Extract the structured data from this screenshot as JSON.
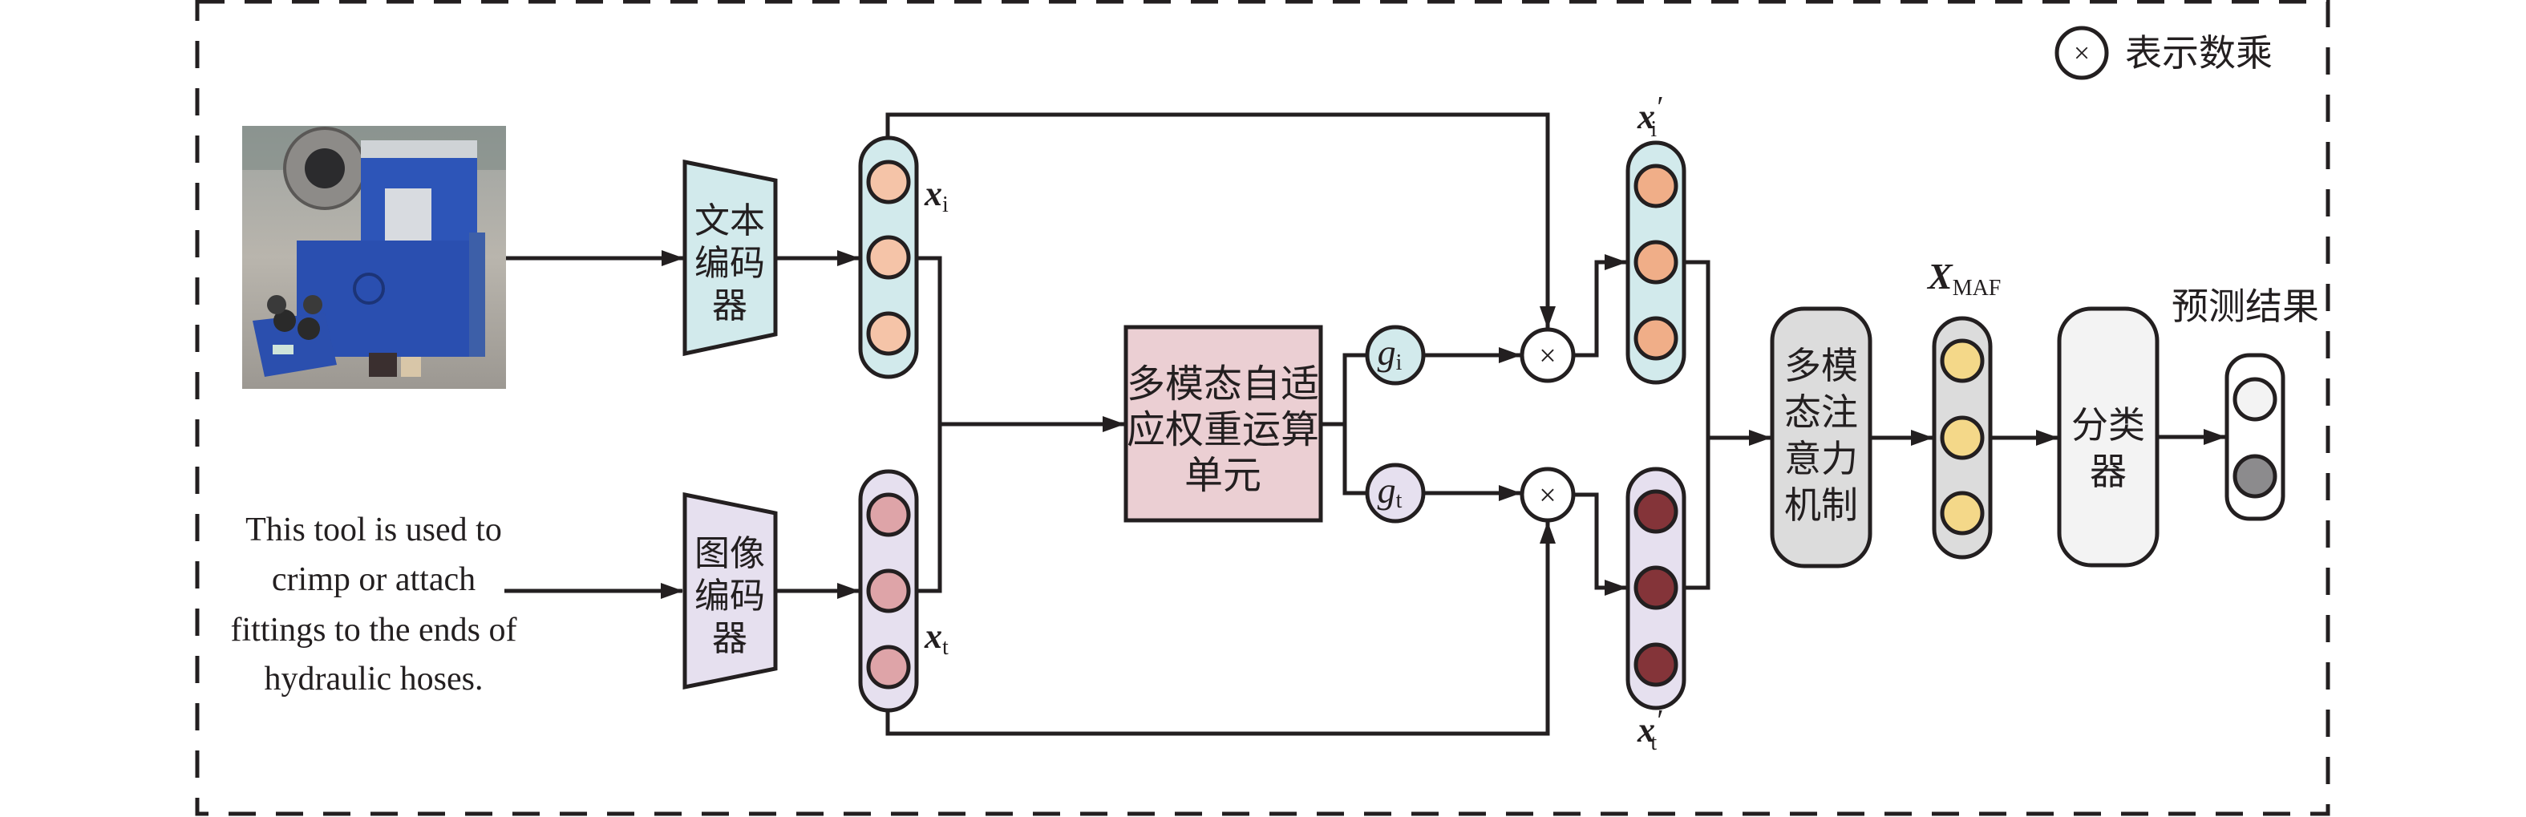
{
  "legend": {
    "symbol": "×",
    "label": "表示数乘",
    "icon": "multiply-circle-icon"
  },
  "inputs": {
    "photo": {
      "description": "Photo of a blue hydraulic hose crimping machine",
      "icon": "crimping-machine-photo"
    },
    "text": [
      "This tool is used to",
      "crimp or attach",
      "fittings to the ends of",
      "hydraulic hoses."
    ]
  },
  "encoders": {
    "top": {
      "lines": [
        "文本",
        "编码",
        "器"
      ],
      "color": "#d2eaec"
    },
    "bottom": {
      "lines": [
        "图像",
        "编码",
        "器"
      ],
      "color": "#e6e0ef"
    }
  },
  "features": {
    "x_i": {
      "var": "x",
      "sub": "i",
      "fill": "#d2eaec",
      "node_color": "#f5c4a8"
    },
    "x_t": {
      "var": "x",
      "sub": "t",
      "fill": "#e6e0ef",
      "node_color": "#dea4a8"
    },
    "x_i_prime": {
      "var": "x",
      "prime": "′",
      "sub": "i",
      "fill": "#d2eaec",
      "node_color": "#f0ae88"
    },
    "x_t_prime": {
      "var": "x",
      "prime": "′",
      "sub": "t",
      "fill": "#e6e0ef",
      "node_color": "#843439"
    },
    "x_maf": {
      "var": "X",
      "sub": "MAF",
      "fill": "#dcdcdc",
      "node_color": "#f4d889"
    }
  },
  "adaptive_unit": {
    "lines": [
      "多模态自适",
      "应权重运算",
      "单元"
    ],
    "color": "#ebcfd3"
  },
  "gates": {
    "g_i": {
      "var": "g",
      "sub": "i",
      "fill": "#d2eaec"
    },
    "g_t": {
      "var": "g",
      "sub": "t",
      "fill": "#e6e0ef"
    }
  },
  "multiply": {
    "symbol": "×"
  },
  "attention": {
    "lines": [
      "多模",
      "态注",
      "意力",
      "机制"
    ],
    "color": "#dcdcdc"
  },
  "classifier": {
    "lines": [
      "分类",
      "器"
    ],
    "color": "#f3f3f3"
  },
  "prediction": {
    "label": "预测结果",
    "node_colors": [
      "#f3f3f3",
      "#8c8b8d"
    ]
  }
}
